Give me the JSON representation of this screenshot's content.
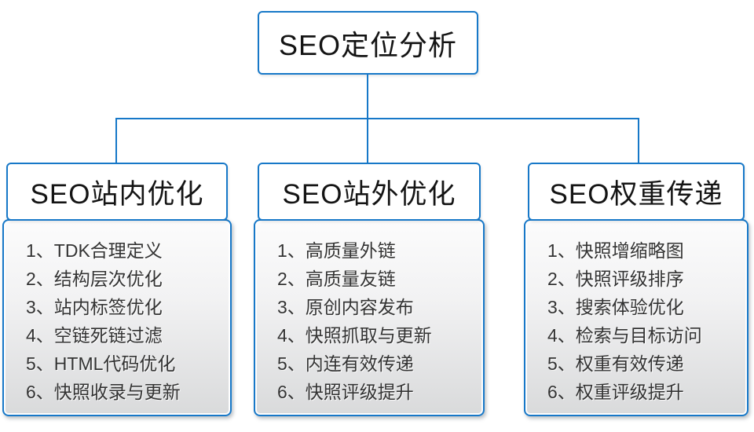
{
  "diagram": {
    "root": {
      "label": "SEO定位分析"
    },
    "columns": [
      {
        "header": "SEO站内优化",
        "items": [
          "1、TDK合理定义",
          "2、结构层次优化",
          "3、站内标签优化",
          "4、空链死链过滤",
          "5、HTML代码优化",
          "6、快照收录与更新"
        ]
      },
      {
        "header": "SEO站外优化",
        "items": [
          "1、高质量外链",
          "2、高质量友链",
          "3、原创内容发布",
          "4、快照抓取与更新",
          "5、内连有效传递",
          "6、快照评级提升"
        ]
      },
      {
        "header": "SEO权重传递",
        "items": [
          "1、快照增缩略图",
          "2、快照评级排序",
          "3、搜索体验优化",
          "4、检索与目标访问",
          "5、权重有效传递",
          "6、权重评级提升"
        ]
      }
    ],
    "colors": {
      "accent_blue": "#1778C8",
      "heading_text": "#141414",
      "list_text": "#333333",
      "panel_gradient_top": "#FCFCFC",
      "panel_gradient_bottom": "#D9DADB"
    }
  }
}
